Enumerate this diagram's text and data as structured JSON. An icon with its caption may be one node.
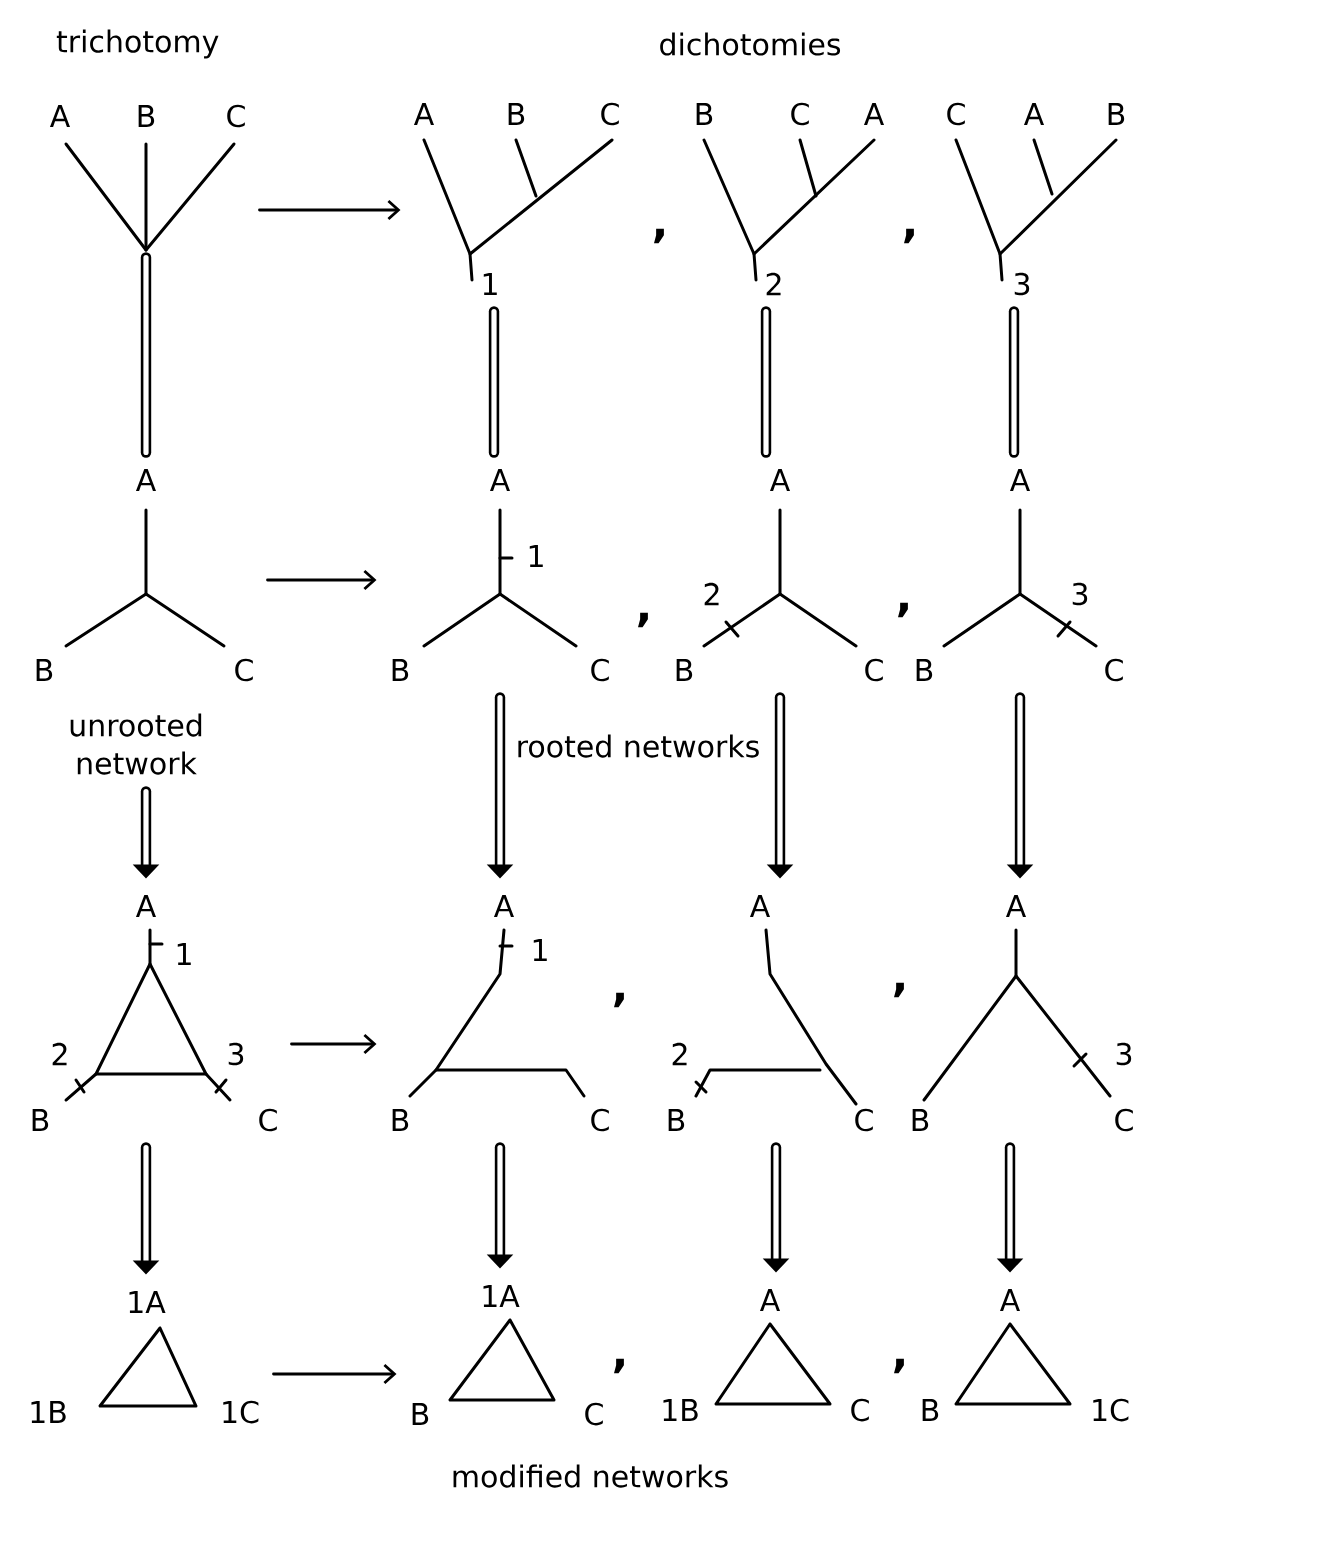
{
  "diagram": {
    "nodes": [
      {
        "text": [
          "A",
          "B",
          "C"
        ],
        "beside": [
          "trichotomy"
        ]
      },
      {
        "text": [
          "A",
          "B",
          "C",
          "1"
        ]
      },
      {
        "text": [
          "B",
          "C",
          "A",
          "2"
        ]
      },
      {
        "text": [
          "C",
          "A",
          "B",
          "3"
        ]
      },
      {
        "text": [
          "A",
          "B",
          "C"
        ],
        "beside": [
          "unrooted network"
        ]
      },
      {
        "text": [
          "A",
          "1",
          "B",
          "C"
        ]
      },
      {
        "text": [
          "A",
          "2",
          "B",
          "C"
        ]
      },
      {
        "text": [
          "A",
          "3",
          "B",
          "C"
        ]
      },
      {
        "text": [
          "A",
          "1",
          "2",
          "3",
          "B",
          "C"
        ]
      },
      {
        "text": [
          "A",
          "1",
          "B",
          "C"
        ]
      },
      {
        "text": [
          "A",
          "2",
          "B",
          "C"
        ]
      },
      {
        "text": [
          "A",
          "3",
          "B",
          "C"
        ]
      },
      {
        "text": [
          "1A",
          "1B",
          "1C"
        ]
      },
      {
        "text": [
          "1A",
          "B",
          "C"
        ]
      },
      {
        "text": [
          "A",
          "1B",
          "C"
        ]
      },
      {
        "text": [
          "A",
          "B",
          "1C"
        ]
      }
    ],
    "edges": [
      {
        "from": 0,
        "to": 1,
        "arrow": "to"
      },
      {
        "from": 0,
        "to": 4,
        "arrow": "none"
      },
      {
        "from": 1,
        "to": 5,
        "arrow": "none"
      },
      {
        "from": 2,
        "to": 6,
        "arrow": "none"
      },
      {
        "from": 3,
        "to": 7,
        "arrow": "none"
      },
      {
        "from": 4,
        "to": 5,
        "arrow": "to"
      },
      {
        "from": 4,
        "to": 8,
        "arrow": "to"
      },
      {
        "from": 5,
        "to": 9,
        "arrow": "to"
      },
      {
        "from": 6,
        "to": 10,
        "arrow": "to"
      },
      {
        "from": 7,
        "to": 11,
        "arrow": "to"
      },
      {
        "from": 8,
        "to": 9,
        "arrow": "to"
      },
      {
        "from": 8,
        "to": 12,
        "arrow": "to"
      },
      {
        "from": 9,
        "to": 13,
        "arrow": "to"
      },
      {
        "from": 10,
        "to": 14,
        "arrow": "to"
      },
      {
        "from": 11,
        "to": 15,
        "arrow": "to"
      },
      {
        "from": 12,
        "to": 13,
        "arrow": "to"
      }
    ],
    "labels": [
      "dichotomies",
      ",",
      ",",
      ",",
      ",",
      "rooted networks",
      ",",
      ",",
      ",",
      ",",
      "modified networks"
    ]
  }
}
